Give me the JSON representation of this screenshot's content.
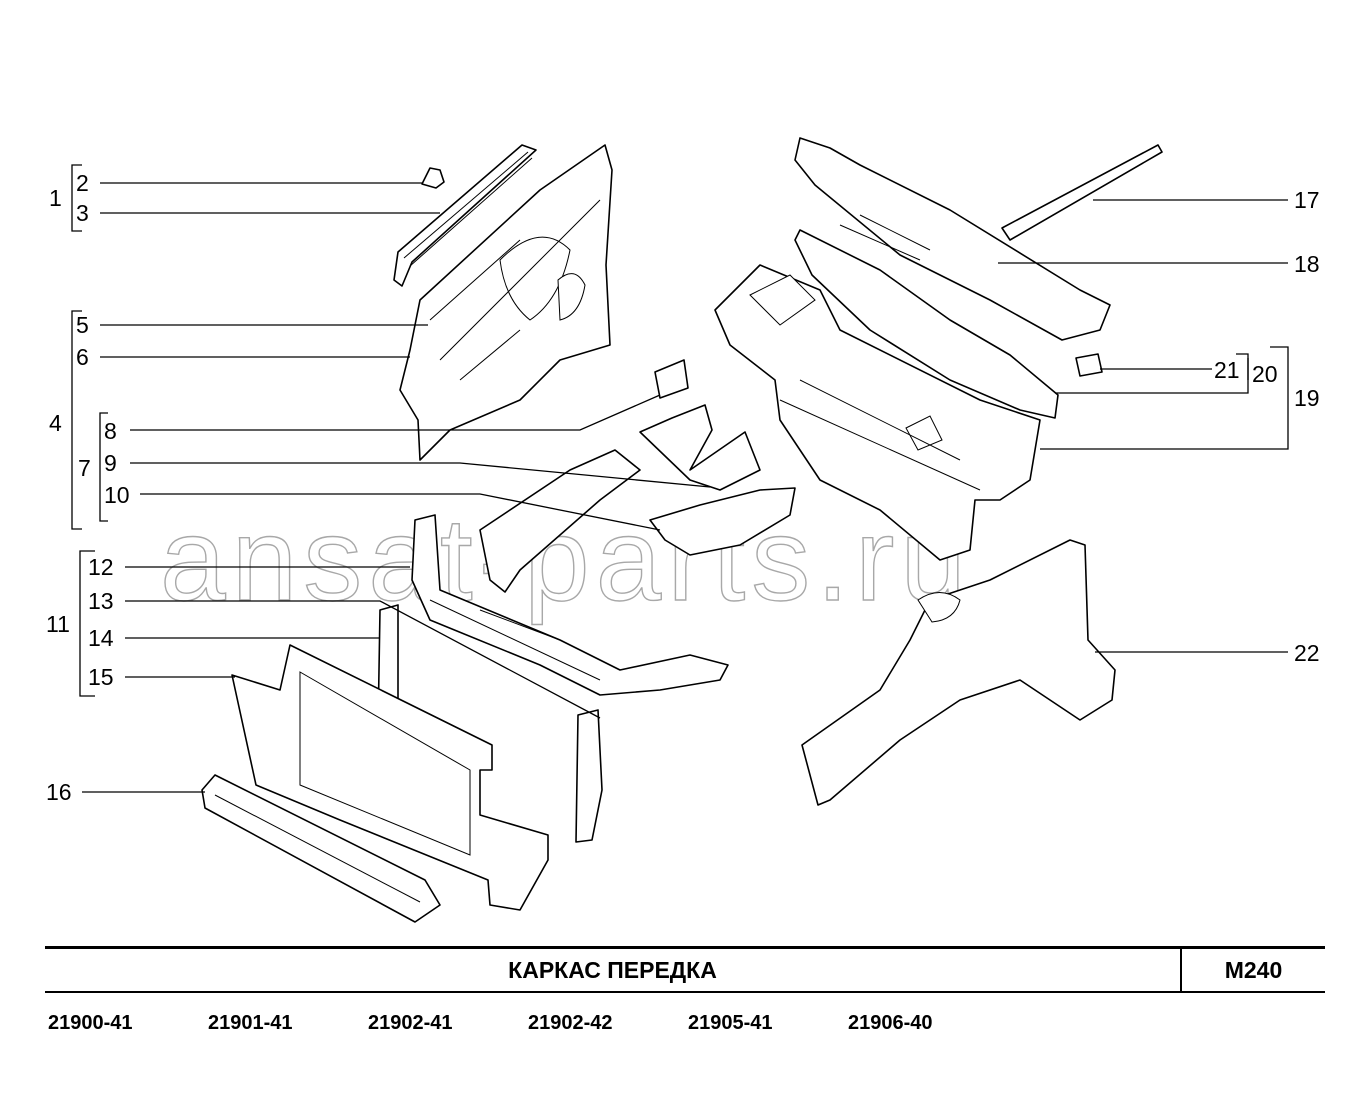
{
  "callouts": [
    "1",
    "2",
    "3",
    "4",
    "5",
    "6",
    "7",
    "8",
    "9",
    "10",
    "11",
    "12",
    "13",
    "14",
    "15",
    "16",
    "17",
    "18",
    "19",
    "20",
    "21",
    "22"
  ],
  "watermark": "ansat-parts.ru",
  "title_block": {
    "title": "КАРКАС   ПЕРЕДКА",
    "code": "M240"
  },
  "models": [
    "21900-41",
    "21901-41",
    "21902-41",
    "21902-42",
    "21905-41",
    "21906-40"
  ]
}
